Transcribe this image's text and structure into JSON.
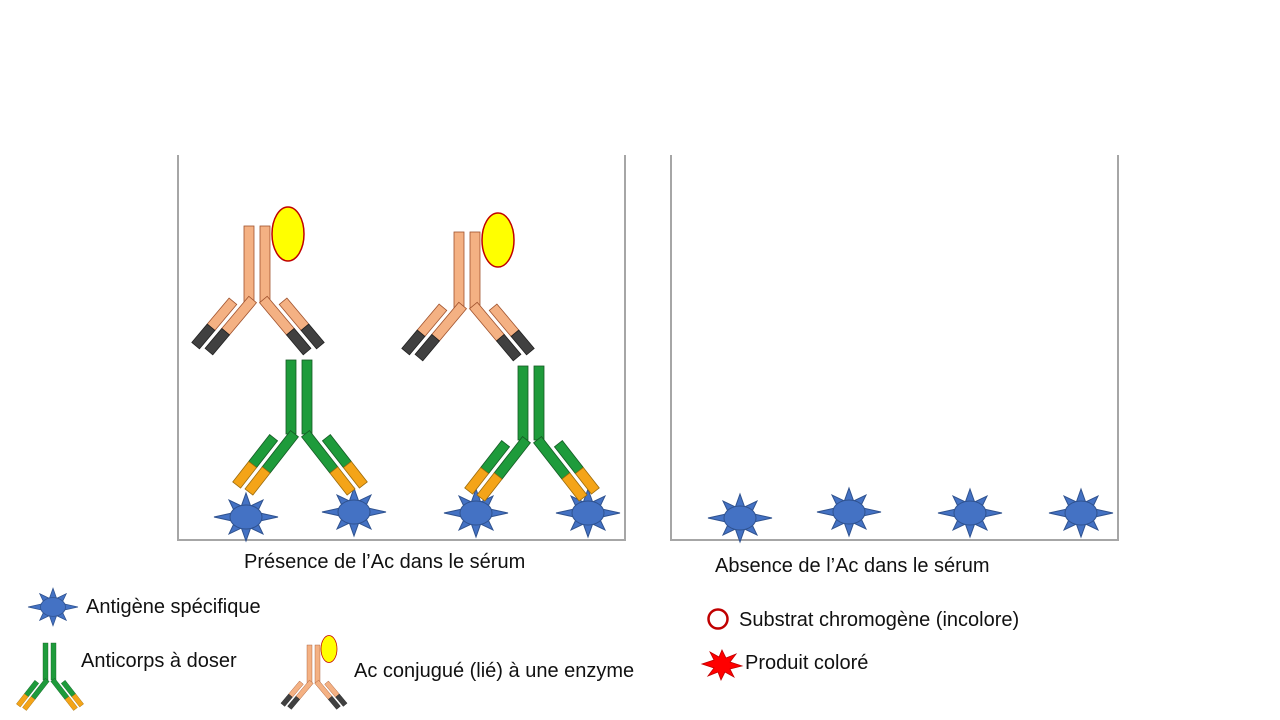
{
  "panels": {
    "presence_caption": "Présence de l’Ac dans le sérum",
    "absence_caption": "Absence de l’Ac dans le sérum"
  },
  "legend": {
    "antigen": "Antigène spécifique",
    "antibody": "Anticorps à doser",
    "conjugate": "Ac conjugué (lié) à une enzyme",
    "substrate": "Substrat chromogène (incolore)",
    "product": "Produit coloré"
  },
  "colors": {
    "antigen": "#4472C4",
    "antigen_outline": "#2F528F",
    "antibody": "#1E9B3B",
    "antibody_tip": "#F4A418",
    "conjugate": "#F4B183",
    "conjugate_tip": "#404040",
    "enzyme": "#FFFF00",
    "enzyme_outline": "#C00000",
    "substrate_outline": "#C00000",
    "product": "#FF0000",
    "well_border": "#A6A6A6"
  }
}
